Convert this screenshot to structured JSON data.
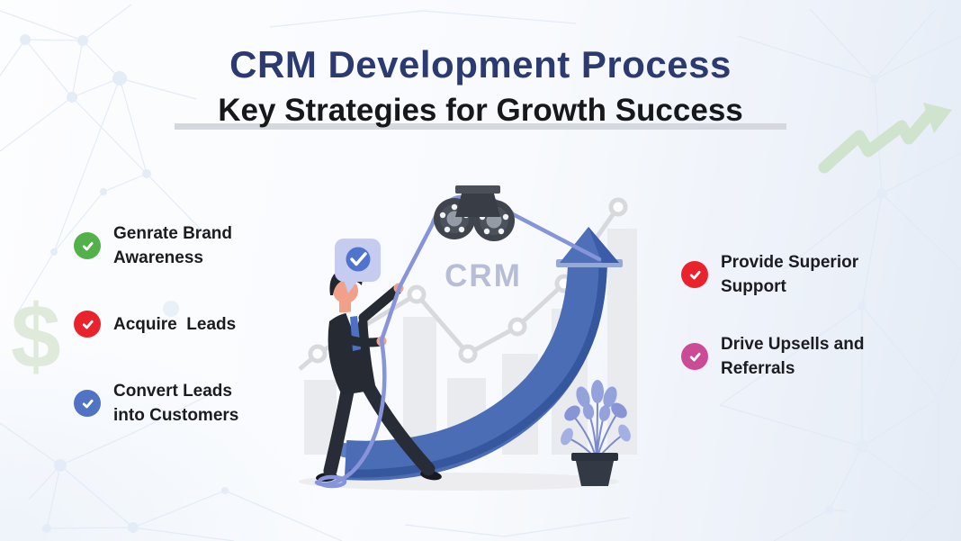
{
  "header": {
    "title": "CRM Development Process",
    "subtitle": "Key Strategies for Growth Success"
  },
  "strategies": {
    "left": [
      {
        "label": "Genrate Brand Awareness",
        "color": "#53b14a"
      },
      {
        "label": "Acquire  Leads",
        "color": "#e9222b"
      },
      {
        "label": "Convert Leads into Customers",
        "color": "#5173c3"
      }
    ],
    "right": [
      {
        "label": "Provide Superior Support",
        "color": "#e9222b"
      },
      {
        "label": "Drive Upsells and Referrals",
        "color": "#cb4b97"
      }
    ]
  },
  "illustration": {
    "crm_label": "CRM",
    "dollar_glyph": "$"
  },
  "colors": {
    "title_navy": "#2b3b71",
    "subtitle_black": "#17181c",
    "arrow_blue": "#4a6db6",
    "arrow_blue_dark": "#35579e",
    "rope_periwinkle": "#8694da",
    "growth_arrow_green": "#cfe3cd",
    "background_chart_gray": "#d8d9dc"
  }
}
